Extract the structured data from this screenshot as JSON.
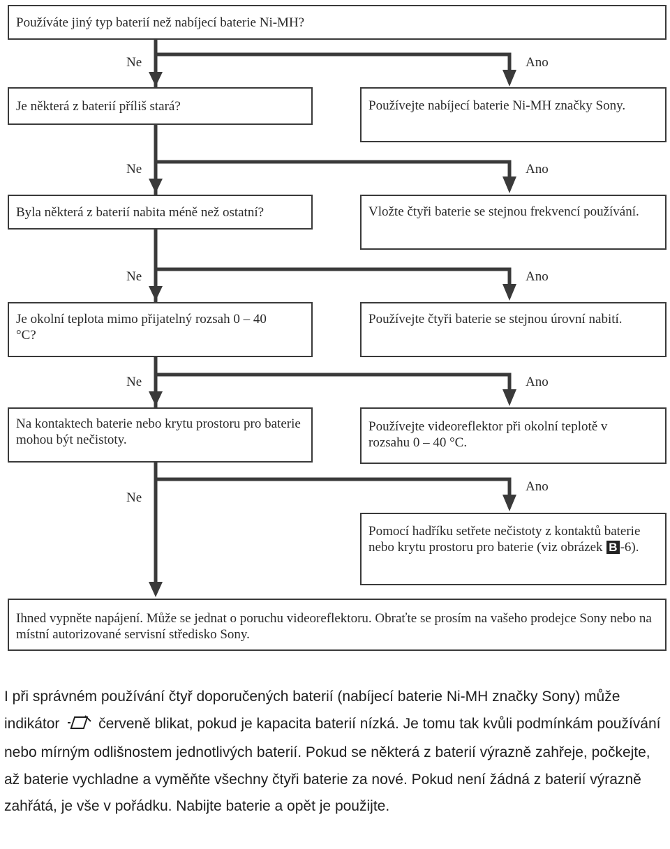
{
  "flowchart": {
    "no_label": "Ne",
    "yes_label": "Ano",
    "steps": [
      {
        "question": "Používáte jiný typ baterií než nabíjecí baterie Ni-MH?",
        "action": "Používejte nabíjecí baterie Ni-MH značky Sony."
      },
      {
        "question": "Je některá z baterií příliš stará?",
        "action": "Vložte čtyři baterie se stejnou frekvencí používání."
      },
      {
        "question": "Byla některá z baterií nabita méně než ostatní?",
        "action": "Používejte čtyři baterie se stejnou úrovní nabití."
      },
      {
        "question": "Je okolní teplota mimo přijatelný rozsah 0 – 40 °C?",
        "action": "Používejte videoreflektor při okolní teplotě v rozsahu 0 – 40 °C."
      },
      {
        "question": "Na kontaktech baterie nebo krytu prostoru pro baterie mohou být nečistoty.",
        "action_before_badge": "Pomocí hadříku setřete nečistoty z kontaktů baterie nebo krytu prostoru pro baterie (viz obrázek ",
        "action_badge": "B",
        "action_after_badge": "-6)."
      }
    ],
    "final": "Ihned vypněte napájení. Může se jednat o poruchu videoreflektoru. Obraťte se prosím na vašeho prodejce Sony nebo na místní autorizované servisní středisko Sony."
  },
  "note": {
    "before_icon": "I při správném používání čtyř doporučených baterií (nabíjecí baterie Ni-MH značky Sony) může indikátor",
    "icon": "battery-empty-icon",
    "after_icon": "červeně blikat, pokud je kapacita baterií nízká. Je tomu tak kvůli podmínkám používání nebo mírným odlišnostem jednotlivých baterií. Pokud se některá z baterií výrazně zahřeje, počkejte, až baterie vychladne a vyměňte všechny čtyři baterie za nové. Pokud není žádná z baterií výrazně zahřátá, je vše v pořádku. Nabijte baterie a opět je použijte."
  },
  "colors": {
    "line": "#3a3a3a",
    "text": "#2a2a2a"
  }
}
